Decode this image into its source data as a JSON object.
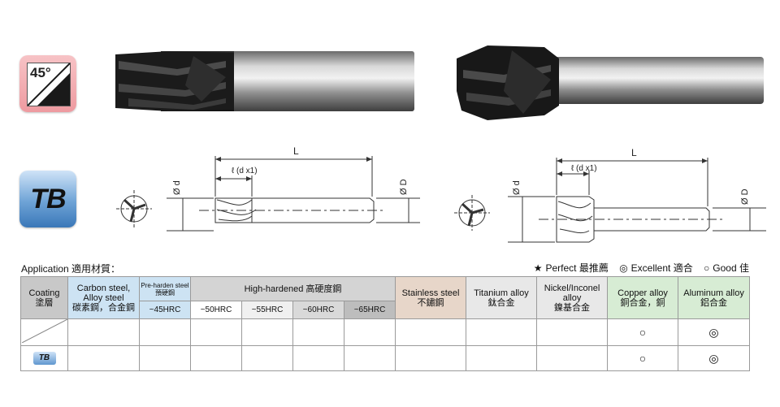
{
  "badges": {
    "angle": "45°",
    "coating": "TB"
  },
  "drawing_left": {
    "length_label": "L",
    "flute_label": "ℓ (d x1)",
    "shank_dia_label": "Ø D",
    "cut_dia_label": "Ø d"
  },
  "drawing_right": {
    "length_label": "L",
    "flute_label": "ℓ (d x1)",
    "shank_dia_label": "Ø D",
    "cut_dia_label": "Ø d"
  },
  "application_label": "Application 適用材質：",
  "legend": {
    "perfect_symbol": "★",
    "perfect": "Perfect 最推薦",
    "excellent_symbol": "◎",
    "excellent": "Excellent 適合",
    "good_symbol": "○",
    "good": "Good 佳"
  },
  "table": {
    "coating_header": "Coating\n塗層",
    "carbon": "Carbon steel,\nAlloy steel\n碳素鋼，合金鋼",
    "preharden": "Pre-harden steel\n預硬鋼",
    "preharden_hrc": "~45HRC",
    "high_hardened": "High-hardened 高硬度鋼",
    "hrc50": "~50HRC",
    "hrc55": "~55HRC",
    "hrc60": "~60HRC",
    "hrc65": "~65HRC",
    "stainless": "Stainless steel\n不鏽鋼",
    "titanium": "Titanium alloy\n鈦合金",
    "nickel": "Nickel/Inconel\nalloy\n鎳基合金",
    "copper": "Copper alloy\n銅合金，銅",
    "aluminum": "Aluminum alloy\n鋁合金",
    "rows": [
      {
        "coating": "",
        "copper": "○",
        "aluminum": "◎"
      },
      {
        "coating": "TB",
        "copper": "○",
        "aluminum": "◎"
      }
    ]
  },
  "colors": {
    "angle_badge": "#ee9aa0",
    "tb_badge": "#3a77b8",
    "carbon_header": "#cde3f3",
    "stainless_header": "#e7d6c9",
    "copper_header": "#d7ecd4"
  }
}
